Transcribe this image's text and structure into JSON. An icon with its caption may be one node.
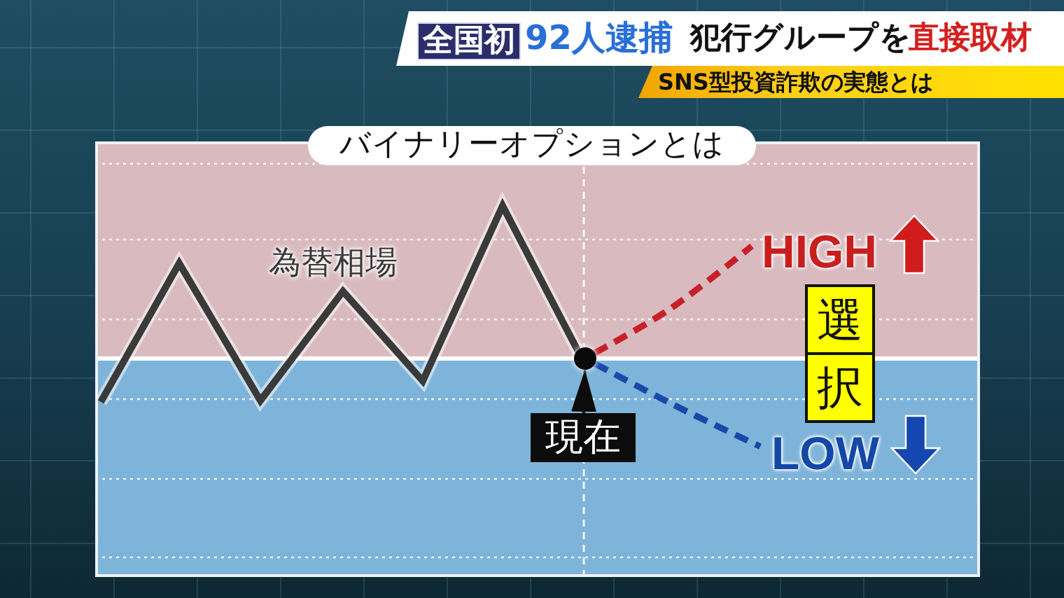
{
  "diagram": {
    "nodes": [
      {
        "text": [
          "92人逮捕",
          "犯行グループを",
          "直接取材"
        ]
      },
      {
        "text": [
          "全国初"
        ],
        "in": 0
      },
      {
        "text": [
          "SNS型投資詐欺の実態とは"
        ]
      },
      {
        "text": [
          "バイナリーオプションとは"
        ]
      },
      {
        "text": [],
        "shape": "circle"
      },
      {
        "text": [
          "現在"
        ]
      },
      {
        "text": [
          "HIGH"
        ]
      },
      {
        "text": [
          "選択"
        ]
      },
      {
        "text": [
          "LOW"
        ]
      }
    ],
    "edges": [
      {
        "from": 5,
        "to": 4,
        "arrow": "to"
      },
      {
        "from": 4,
        "to": 6,
        "arrow": "none",
        "style": "dashed",
        "color": "#c8202a"
      },
      {
        "from": 4,
        "to": 8,
        "arrow": "none",
        "style": "dashed",
        "color": "#1a48a8"
      }
    ],
    "labels": [
      "為替相場"
    ]
  }
}
